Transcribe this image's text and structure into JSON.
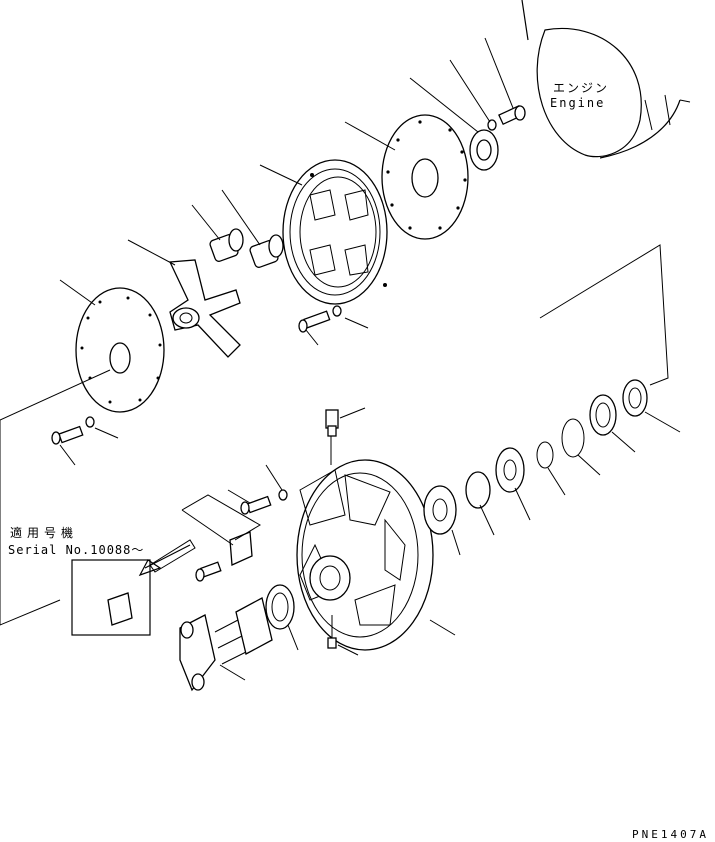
{
  "labels": {
    "engine_jp": "エンジン",
    "engine_en": "Engine",
    "serial_jp": "適用号機",
    "serial_en": "Serial No.10088～",
    "drawing_code": "PNE1407A"
  }
}
